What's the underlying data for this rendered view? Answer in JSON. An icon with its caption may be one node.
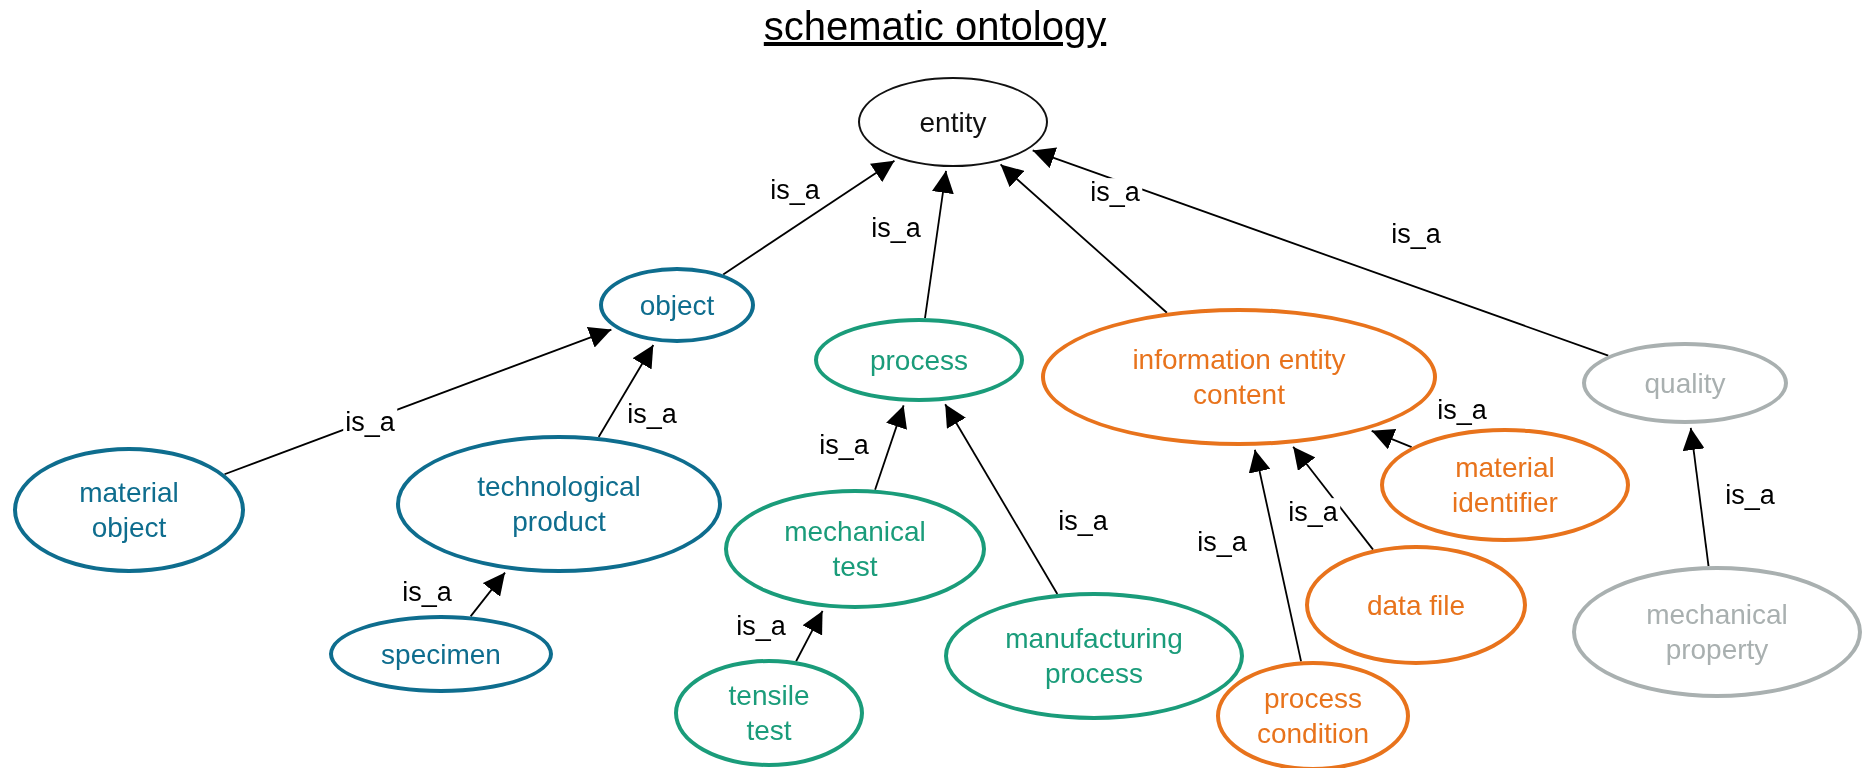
{
  "diagram": {
    "title": "schematic ontology",
    "nodes": [
      {
        "text": [
          "entity"
        ]
      },
      {
        "text": [
          "object"
        ]
      },
      {
        "text": [
          "process"
        ]
      },
      {
        "text": [
          "information entity content"
        ]
      },
      {
        "text": [
          "quality"
        ]
      },
      {
        "text": [
          "material object"
        ]
      },
      {
        "text": [
          "technological product"
        ]
      },
      {
        "text": [
          "specimen"
        ]
      },
      {
        "text": [
          "mechanical test"
        ]
      },
      {
        "text": [
          "tensile test"
        ]
      },
      {
        "text": [
          "manufacturing process"
        ]
      },
      {
        "text": [
          "material identifier"
        ]
      },
      {
        "text": [
          "data file"
        ]
      },
      {
        "text": [
          "process condition"
        ]
      },
      {
        "text": [
          "mechanical property"
        ]
      }
    ],
    "edges": [
      {
        "from": 1,
        "to": 0,
        "arrow": "to",
        "label": "is_a"
      },
      {
        "from": 2,
        "to": 0,
        "arrow": "to",
        "label": "is_a"
      },
      {
        "from": 3,
        "to": 0,
        "arrow": "to",
        "label": "is_a"
      },
      {
        "from": 4,
        "to": 0,
        "arrow": "to",
        "label": "is_a"
      },
      {
        "from": 5,
        "to": 1,
        "arrow": "to",
        "label": "is_a"
      },
      {
        "from": 6,
        "to": 1,
        "arrow": "to",
        "label": "is_a"
      },
      {
        "from": 7,
        "to": 6,
        "arrow": "to",
        "label": "is_a"
      },
      {
        "from": 8,
        "to": 2,
        "arrow": "to",
        "label": "is_a"
      },
      {
        "from": 9,
        "to": 8,
        "arrow": "to",
        "label": "is_a"
      },
      {
        "from": 10,
        "to": 2,
        "arrow": "to",
        "label": "is_a"
      },
      {
        "from": 11,
        "to": 3,
        "arrow": "to",
        "label": "is_a"
      },
      {
        "from": 12,
        "to": 3,
        "arrow": "to",
        "label": "is_a"
      },
      {
        "from": 13,
        "to": 3,
        "arrow": "to",
        "label": "is_a"
      },
      {
        "from": 14,
        "to": 4,
        "arrow": "to",
        "label": "is_a"
      }
    ]
  }
}
